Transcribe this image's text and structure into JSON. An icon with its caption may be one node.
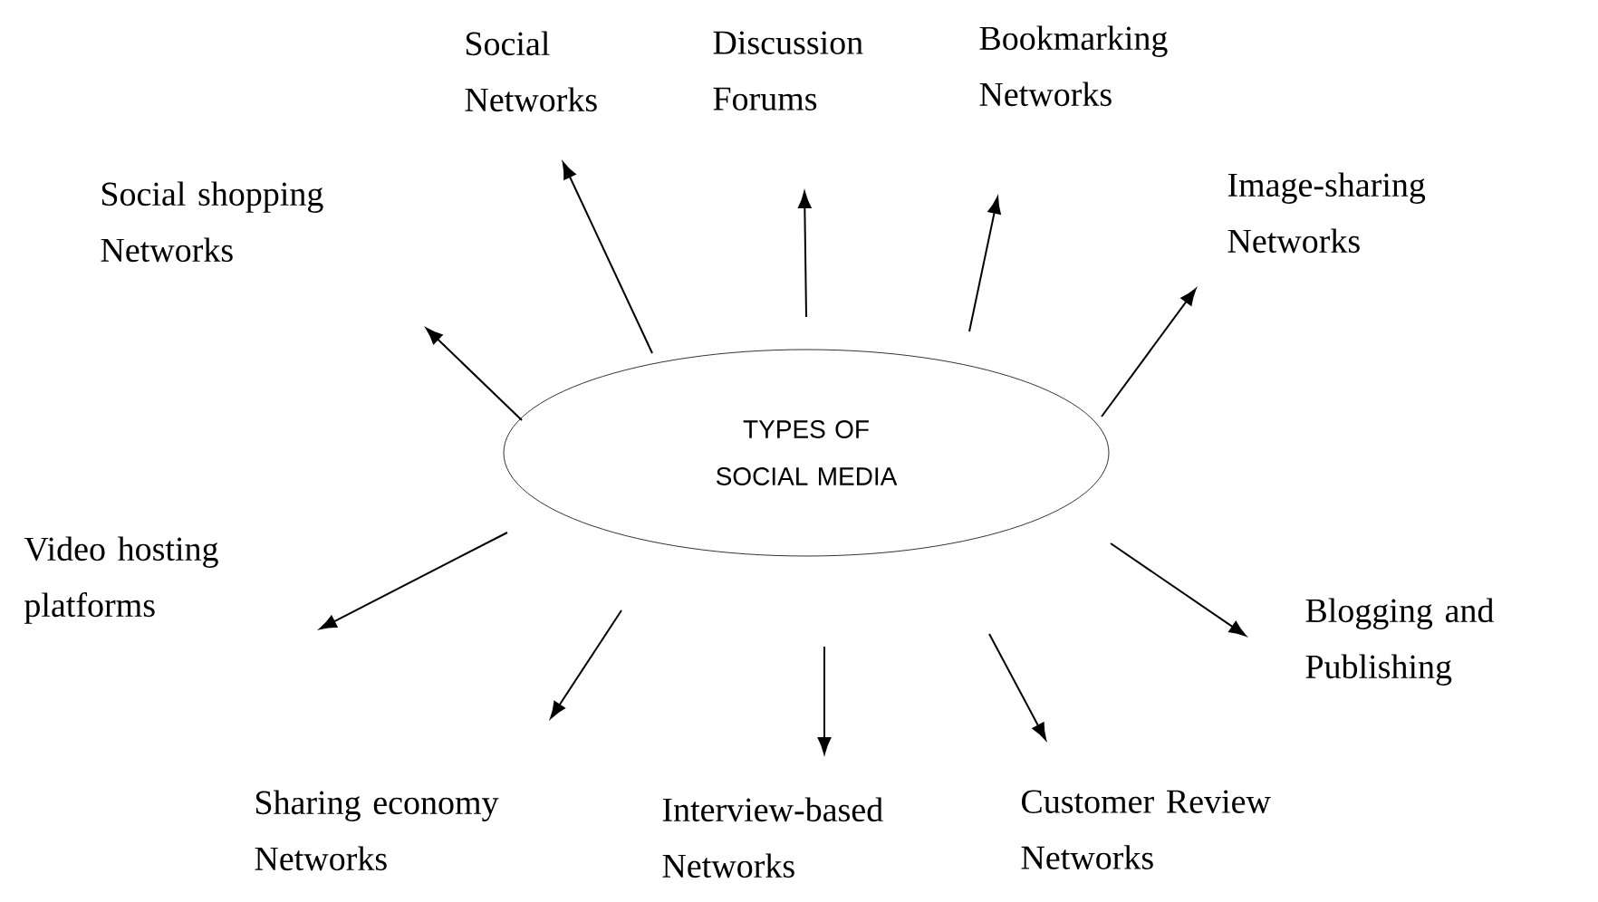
{
  "diagram": {
    "nodes": [
      {
        "text": [
          "TYPES OF SOCIAL MEDIA"
        ]
      },
      {
        "text": [
          "Social Networks"
        ]
      },
      {
        "text": [
          "Discussion Forums"
        ]
      },
      {
        "text": [
          "Bookmarking Networks"
        ]
      },
      {
        "text": [
          "Social shopping Networks"
        ]
      },
      {
        "text": [
          "Image-sharing Networks"
        ]
      },
      {
        "text": [
          "Video hosting platforms"
        ]
      },
      {
        "text": [
          "Blogging and Publishing"
        ]
      },
      {
        "text": [
          "Sharing economy Networks"
        ]
      },
      {
        "text": [
          "Interview-based Networks"
        ]
      },
      {
        "text": [
          "Customer Review Networks"
        ]
      }
    ],
    "edges": [
      {
        "from": 0,
        "to": 1,
        "arrow": "to"
      },
      {
        "from": 0,
        "to": 2,
        "arrow": "to"
      },
      {
        "from": 0,
        "to": 3,
        "arrow": "to"
      },
      {
        "from": 0,
        "to": 4,
        "arrow": "to"
      },
      {
        "from": 0,
        "to": 5,
        "arrow": "to"
      },
      {
        "from": 0,
        "to": 6,
        "arrow": "to"
      },
      {
        "from": 0,
        "to": 7,
        "arrow": "to"
      },
      {
        "from": 0,
        "to": 8,
        "arrow": "to"
      },
      {
        "from": 0,
        "to": 9,
        "arrow": "to"
      },
      {
        "from": 0,
        "to": 10,
        "arrow": "to"
      }
    ]
  }
}
